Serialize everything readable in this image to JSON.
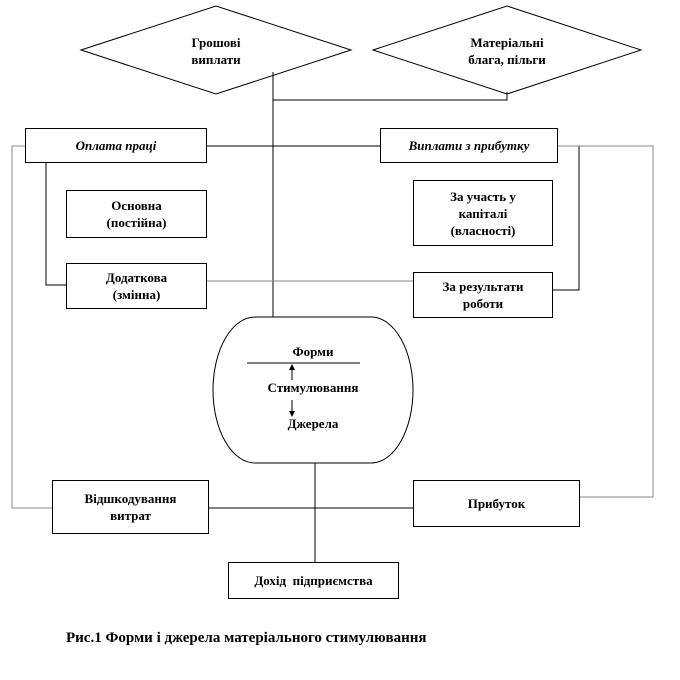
{
  "diagram": {
    "nodes": {
      "cash_payments": [
        "Грошові",
        "виплати"
      ],
      "material_benefits": [
        "Матеріальні",
        "блага, пільги"
      ],
      "wage": "Оплата праці",
      "profit_payments": "Виплати з прибутку",
      "basic": [
        "Основна",
        "(постійна)"
      ],
      "capital_share": [
        "За участь у",
        "капіталі",
        "(власності)"
      ],
      "additional": [
        "Додаткова",
        "(змінна)"
      ],
      "work_results": [
        "За результати",
        "роботи"
      ],
      "forms": "Форми",
      "stimulation": "Стимулювання",
      "sources": "Джерела",
      "cost_recovery": [
        "Відшкодування",
        "витрат"
      ],
      "profit": "Прибуток",
      "enterprise_income": "Дохід  підприємства"
    },
    "caption": "Рис.1 Форми і джерела матеріального стимулювання"
  }
}
